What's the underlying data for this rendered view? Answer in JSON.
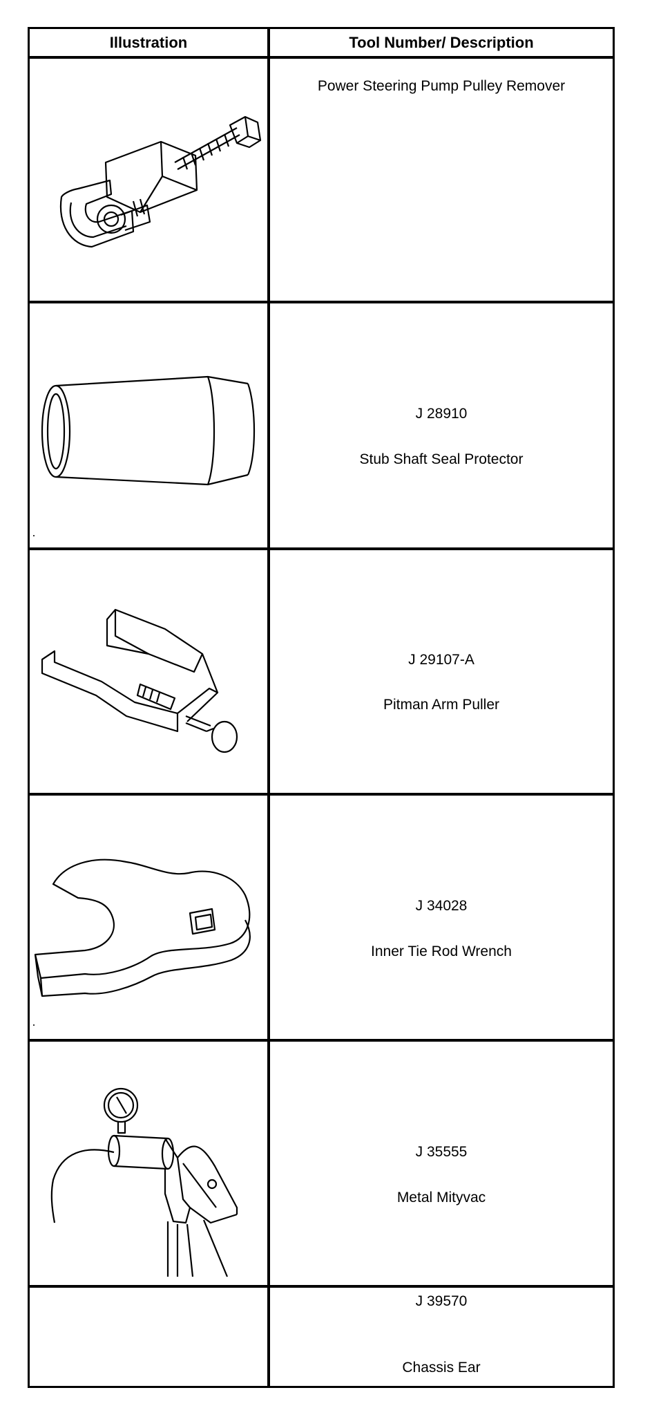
{
  "table": {
    "header": {
      "illustration": "Illustration",
      "description": "Tool Number/ Description"
    },
    "rows": [
      {
        "number": "",
        "description": "Power Steering Pump Pulley Remover",
        "icon": "pulley-remover-icon"
      },
      {
        "number": "J 28910",
        "description": "Stub Shaft Seal Protector",
        "icon": "seal-protector-icon"
      },
      {
        "number": "J 29107-A",
        "description": "Pitman Arm Puller",
        "icon": "pitman-arm-puller-icon"
      },
      {
        "number": "J 34028",
        "description": "Inner Tie Rod Wrench",
        "icon": "tie-rod-wrench-icon"
      },
      {
        "number": "J 35555",
        "description": "Metal Mityvac",
        "icon": "mityvac-icon"
      },
      {
        "number": "J 39570",
        "description": "Chassis Ear",
        "icon": ""
      }
    ]
  }
}
